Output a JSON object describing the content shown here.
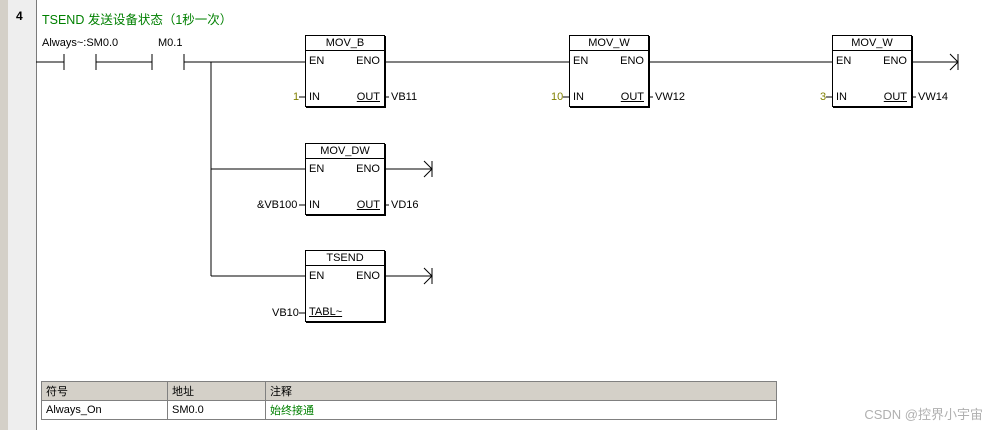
{
  "rung": {
    "number": "4",
    "title": "TSEND 发送设备状态（1秒一次）"
  },
  "contacts": [
    {
      "label": "Always~:SM0.0"
    },
    {
      "label": "M0.1"
    }
  ],
  "blocks": [
    {
      "name": "MOV_B",
      "en": "EN",
      "eno": "ENO",
      "in_pin": "IN",
      "out_pin": "OUT",
      "in_value": "1",
      "out_value": "VB11"
    },
    {
      "name": "MOV_W",
      "en": "EN",
      "eno": "ENO",
      "in_pin": "IN",
      "out_pin": "OUT",
      "in_value": "10",
      "out_value": "VW12"
    },
    {
      "name": "MOV_W",
      "en": "EN",
      "eno": "ENO",
      "in_pin": "IN",
      "out_pin": "OUT",
      "in_value": "3",
      "out_value": "VW14"
    },
    {
      "name": "MOV_DW",
      "en": "EN",
      "eno": "ENO",
      "in_pin": "IN",
      "out_pin": "OUT",
      "in_value": "&VB100",
      "out_value": "VD16"
    },
    {
      "name": "TSEND",
      "en": "EN",
      "eno": "ENO",
      "in_pin": "TABL~",
      "out_pin": "",
      "in_value": "VB10",
      "out_value": ""
    }
  ],
  "symbol_table": {
    "headers": [
      "符号",
      "地址",
      "注释"
    ],
    "rows": [
      {
        "symbol": "Always_On",
        "address": "SM0.0",
        "comment": "始终接通"
      }
    ]
  },
  "watermark": "CSDN @控界小宇宙",
  "colors": {
    "comment": "#008000",
    "constant": "#808000",
    "gutter": "#d4d0c8"
  }
}
